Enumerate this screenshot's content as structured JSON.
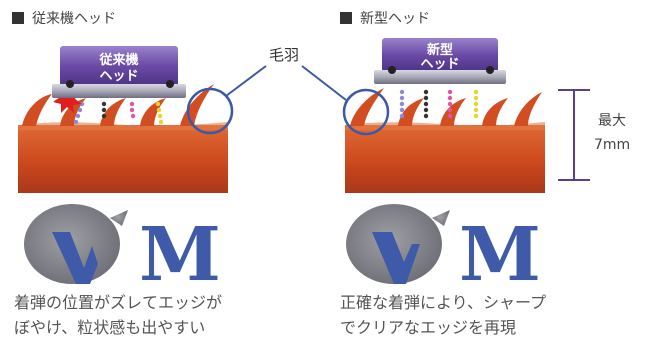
{
  "left_panel": {
    "section_title": "従来機ヘッド",
    "head_line1": "従来機",
    "head_line2": "ヘッド",
    "caption_line1": "着弾の位置がズレてエッジが",
    "caption_line2": "ぼやけ、粒状感も出やすい"
  },
  "right_panel": {
    "section_title": "新型ヘッド",
    "head_line1": "新型",
    "head_line2": "ヘッド",
    "caption_line1": "正確な着弾により、シャープ",
    "caption_line2": "でクリアなエッジを再現"
  },
  "center": {
    "callout_label": "毛羽"
  },
  "dimension": {
    "label_line1": "最大",
    "label_line2": "7mm"
  },
  "letter": "M",
  "colors": {
    "head_purple": "#5c3e92",
    "head_purple_light": "#8a6bbf",
    "base_orange": "#d24e22",
    "letter_blue": "#3f5aa8",
    "callout_blue": "#3b5aa6",
    "dimension_purple": "#5a3f8f",
    "text_gray": "#555555"
  }
}
